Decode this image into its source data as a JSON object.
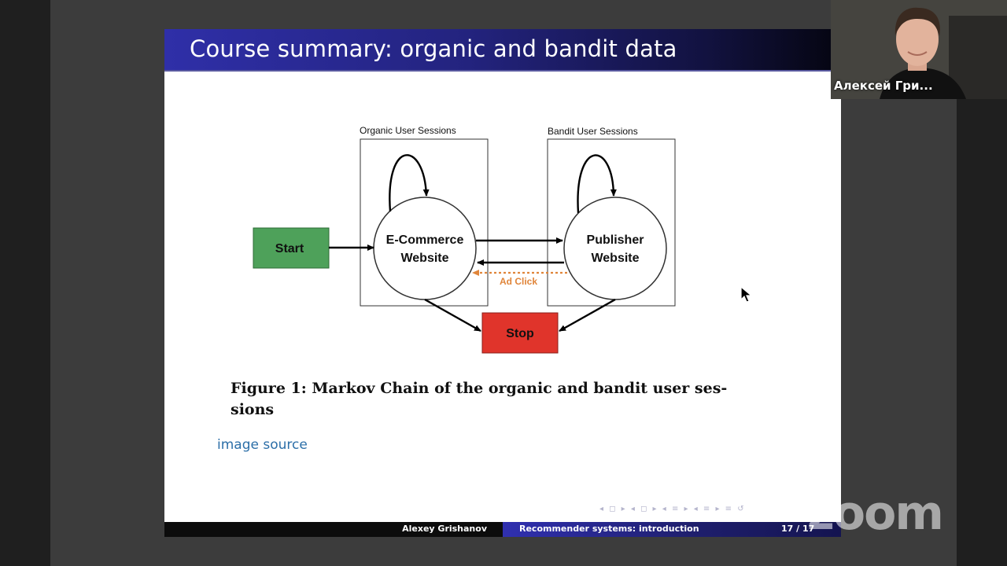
{
  "slide": {
    "title": "Course summary: organic and bandit data",
    "diagram": {
      "group_organic": "Organic User Sessions",
      "group_bandit": "Bandit User Sessions",
      "start": "Start",
      "stop": "Stop",
      "ecommerce_line1": "E-Commerce",
      "ecommerce_line2": "Website",
      "publisher_line1": "Publisher",
      "publisher_line2": "Website",
      "ad_click": "Ad Click",
      "colors": {
        "start": "#4ea15a",
        "stop": "#e0342b",
        "ad_click": "#e0853a"
      }
    },
    "caption_line1": "Figure 1: Markov Chain of the organic and bandit user ses-",
    "caption_line2": "sions",
    "source_link": "image source",
    "nav_icons": "◂ ◻ ▸ ◂ ◻ ▸ ◂ ≡ ▸ ◂ ≡ ▸ ≡ ↺",
    "footer": {
      "author": "Alexey Grishanov",
      "course": "Recommender systems: introduction",
      "page": "17 / 17"
    }
  },
  "participant": {
    "name": "Алексей Гри..."
  },
  "app": {
    "watermark": "zoom"
  }
}
